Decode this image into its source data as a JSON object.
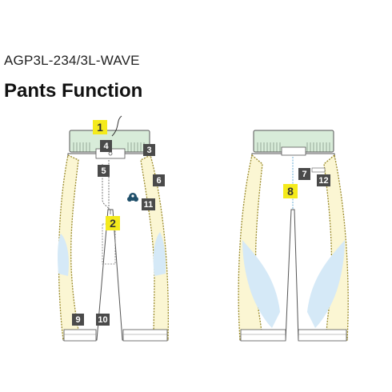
{
  "header": {
    "product_code": "AGP3L-234/3L-WAVE",
    "title": "Pants Function"
  },
  "colors": {
    "waistband": "#d8ecd9",
    "side_panel": "#fbf6d3",
    "knee_panel": "#d5e9f7",
    "stitch": "#9a8a2a",
    "outline": "#555555",
    "callout_dark": "#4a4a4a",
    "callout_highlight": "#f4ea1c"
  },
  "callouts": {
    "front": [
      {
        "label": "1",
        "highlight": true
      },
      {
        "label": "2",
        "highlight": true
      },
      {
        "label": "3",
        "highlight": false
      },
      {
        "label": "4",
        "highlight": false
      },
      {
        "label": "5",
        "highlight": false
      },
      {
        "label": "6",
        "highlight": false
      },
      {
        "label": "9",
        "highlight": false
      },
      {
        "label": "10",
        "highlight": false
      },
      {
        "label": "11",
        "highlight": false
      }
    ],
    "back": [
      {
        "label": "7",
        "highlight": false
      },
      {
        "label": "8",
        "highlight": true
      },
      {
        "label": "12",
        "highlight": false
      }
    ]
  }
}
